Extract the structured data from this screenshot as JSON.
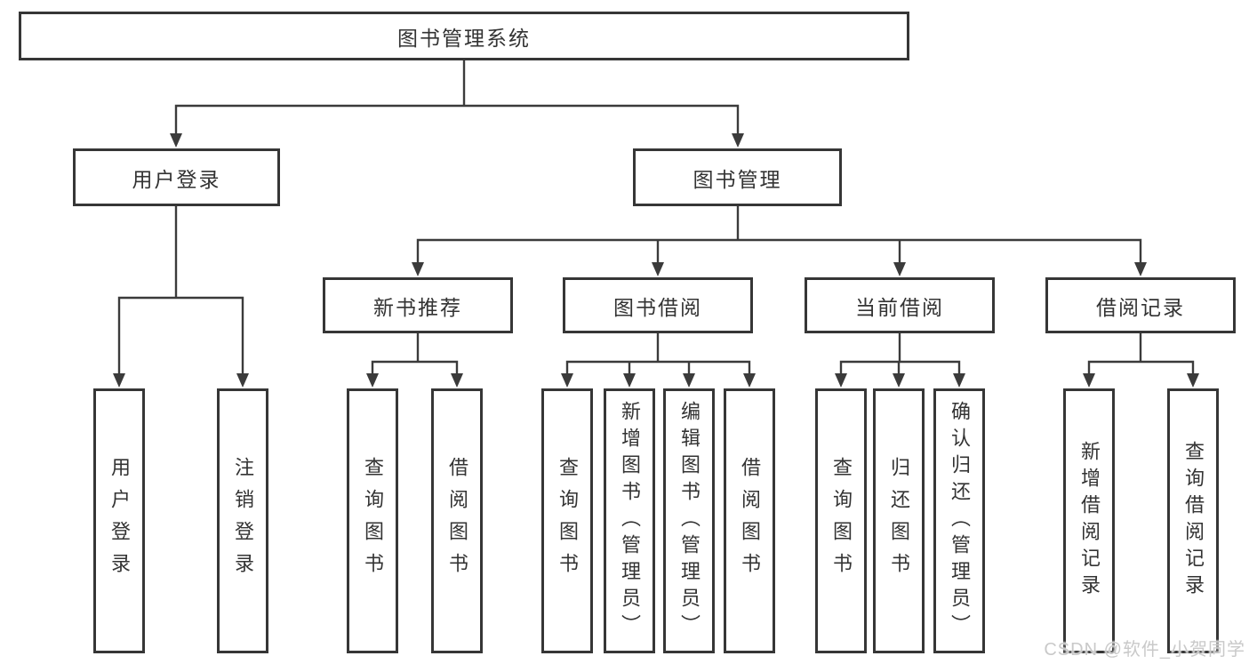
{
  "nodes": {
    "root": "图书管理系统",
    "user_branch": "用户登录",
    "book_branch": "图书管理",
    "new_book": "新书推荐",
    "book_borrow": "图书借阅",
    "current_borrow": "当前借阅",
    "borrow_records": "借阅记录",
    "leaves_user": [
      "用户登录",
      "注销登录"
    ],
    "leaves_new_book": [
      "查询图书",
      "借阅图书"
    ],
    "leaves_book_borrow": [
      "查询图书",
      "新增图书（管理员）",
      "编辑图书（管理员）",
      "借阅图书"
    ],
    "leaves_current_borrow": [
      "查询图书",
      "归还图书",
      "确认归还（管理员）"
    ],
    "leaves_borrow_records": [
      "新增借阅记录",
      "查询借阅记录"
    ]
  },
  "watermark": "CSDN @软件_小贺同学",
  "colors": {
    "line": "#3b3b3b",
    "box_border": "#363636",
    "text": "#333333",
    "background": "#ffffff",
    "watermark": "#c6c6c6"
  }
}
